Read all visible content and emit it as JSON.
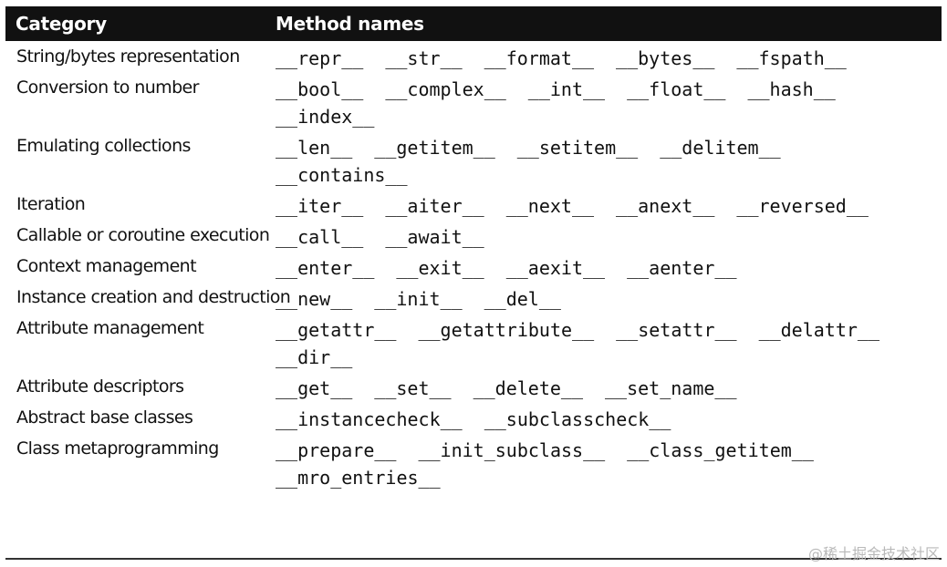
{
  "header": {
    "category": "Category",
    "methods": "Method names"
  },
  "rows": [
    {
      "category": "String/bytes representation",
      "methods": [
        "__repr__",
        "__str__",
        "__format__",
        "__bytes__",
        "__fspath__"
      ]
    },
    {
      "category": "Conversion to number",
      "methods": [
        "__bool__",
        "__complex__",
        "__int__",
        "__float__",
        "__hash__",
        "__index__"
      ]
    },
    {
      "category": "Emulating collections",
      "methods": [
        "__len__",
        "__getitem__",
        "__setitem__",
        "__delitem__",
        "__contains__"
      ]
    },
    {
      "category": "Iteration",
      "methods": [
        "__iter__",
        "__aiter__",
        "__next__",
        "__anext__",
        "__reversed__"
      ]
    },
    {
      "category": "Callable or coroutine execution",
      "methods": [
        "__call__",
        "__await__"
      ]
    },
    {
      "category": "Context management",
      "methods": [
        "__enter__",
        "__exit__",
        "__aexit__",
        "__aenter__"
      ]
    },
    {
      "category": "Instance creation and destruction",
      "methods": [
        "__new__",
        "__init__",
        "__del__"
      ]
    },
    {
      "category": "Attribute management",
      "methods": [
        "__getattr__",
        "__getattribute__",
        "__setattr__",
        "__delattr__",
        "__dir__"
      ]
    },
    {
      "category": "Attribute descriptors",
      "methods": [
        "__get__",
        "__set__",
        "__delete__",
        "__set_name__"
      ]
    },
    {
      "category": "Abstract base classes",
      "methods": [
        "__instancecheck__",
        "__subclasscheck__"
      ]
    },
    {
      "category": "Class metaprogramming",
      "methods": [
        "__prepare__",
        "__init_subclass__",
        "__class_getitem__",
        "__mro_entries__"
      ]
    }
  ],
  "watermark": "@稀土掘金技术社区"
}
